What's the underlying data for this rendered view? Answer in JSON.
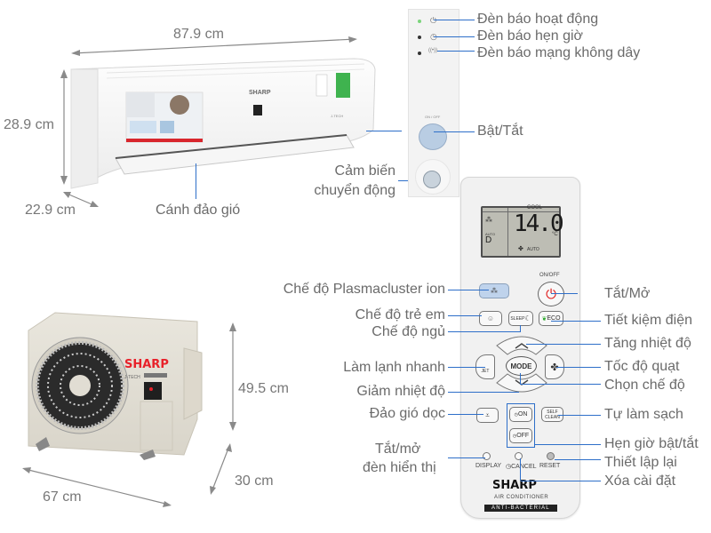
{
  "indoor_unit": {
    "width_label": "87.9 cm",
    "height_label": "28.9 cm",
    "depth_label": "22.9 cm",
    "brand": "SHARP",
    "callouts": {
      "louver": "Cánh đảo gió",
      "motion_sensor_line1": "Cảm biến",
      "motion_sensor_line2": "chuyển động"
    }
  },
  "display_panel": {
    "on_off_text": "ON / OFF",
    "callouts": {
      "operation_light": "Đèn báo hoạt động",
      "timer_light": "Đèn báo hẹn giờ",
      "wifi_light": "Đèn báo mạng không dây",
      "power": "Bật/Tắt"
    }
  },
  "remote": {
    "lcd": {
      "mode": "COOL",
      "temperature": "14.0",
      "unit": "°C",
      "fan": "AUTO",
      "swing": "AUTO",
      "swing_letter": "D"
    },
    "buttons": {
      "on_off_label": "ON/OFF",
      "sleep": "SLEEP",
      "eco": "ECO",
      "mode": "MODE",
      "jet": "JET",
      "timer_on": "ON",
      "timer_off": "OFF",
      "self_clean_line1": "SELF",
      "self_clean_line2": "CLEAN",
      "display": "DISPLAY",
      "cancel": "CANCEL",
      "reset": "RESET"
    },
    "brand": "SHARP",
    "subtitle": "AIR CONDITIONER",
    "badge": "ANTI-BACTERIAL",
    "left_callouts": {
      "plasmacluster": "Chế độ Plasmacluster ion",
      "child_mode": "Chế độ trẻ em",
      "sleep_mode": "Chế độ ngủ",
      "jet_cool": "Làm lạnh nhanh",
      "temp_down": "Giảm nhiệt độ",
      "vertical_swing": "Đảo gió dọc",
      "display_line1": "Tắt/mở",
      "display_line2": "đèn hiển thị"
    },
    "right_callouts": {
      "on_off": "Tắt/Mở",
      "eco": "Tiết kiệm điện",
      "temp_up": "Tăng nhiệt độ",
      "fan_speed": "Tốc độ quạt",
      "mode": "Chọn chế độ",
      "self_clean": "Tự làm sạch",
      "timer": "Hẹn giờ bật/tắt",
      "reset": "Thiết lập lại",
      "cancel": "Xóa cài đặt"
    }
  },
  "outdoor_unit": {
    "height_label": "49.5 cm",
    "width_label": "67 cm",
    "depth_label": "30 cm",
    "brand": "SHARP",
    "series": "J-TECH"
  },
  "colors": {
    "callout_line": "#2e6fc9",
    "label_text": "#6b6b6b",
    "power_red": "#e02020",
    "brand_red": "#e8212a",
    "plasma_blue": "#b8cce6"
  }
}
